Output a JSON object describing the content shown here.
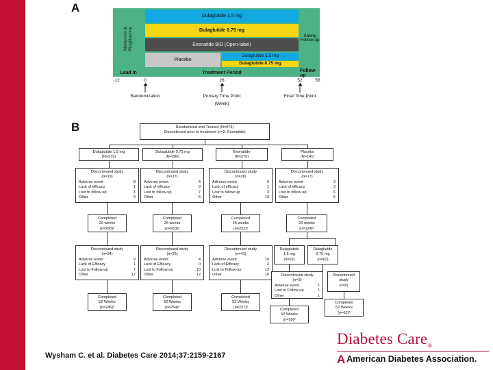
{
  "figure": {
    "panel_a": {
      "letter": "A",
      "background_color": "#4cb286",
      "vertical_label_lines": [
        "Metformin &",
        "Pioglitazone"
      ],
      "bars": [
        {
          "id": "dulaglutide-1-5",
          "label": "Dulaglutide 1.5 mg",
          "color": "#12a8e0"
        },
        {
          "id": "dulaglutide-0-75",
          "label": "Dulaglutide 0.75 mg",
          "color": "#f5d617"
        },
        {
          "id": "exenatide-bid",
          "label": "Exenatide BID (Open-label)",
          "color": "#4d4d4d"
        },
        {
          "id": "placebo",
          "label": "Placebo",
          "color": "#c8c8c8"
        },
        {
          "id": "crossover-dulaglutide-1-5",
          "label": "Dulaglutide 1.5 mg",
          "color": "#12a8e0"
        },
        {
          "id": "crossover-dulaglutide-0-75",
          "label": "Dulaglutide 0.75 mg",
          "color": "#f5d617"
        }
      ],
      "safety_followup_lines": [
        "Safety",
        "Follow-up"
      ],
      "periods": [
        {
          "id": "lead-in",
          "label": "Lead In"
        },
        {
          "id": "treatment-period",
          "label": "Treatment Period"
        },
        {
          "id": "follow-up",
          "label": "Follow-up"
        }
      ],
      "axis": {
        "unit_label": "(Week)",
        "ticks": [
          "-12",
          "0",
          "26",
          "52",
          "56"
        ],
        "annotations": [
          {
            "id": "randomization",
            "label": "Randomization",
            "week": "0"
          },
          {
            "id": "primary-time-point",
            "label": "Primary Time Point",
            "week": "26"
          },
          {
            "id": "final-time-point",
            "label": "Final Time Point",
            "week": "52"
          }
        ]
      }
    },
    "panel_b": {
      "letter": "B",
      "root": {
        "line1": "Randomized and Treated (N=976)",
        "line2": "Discontinued prior to treatment (n=2: Exenatide)"
      },
      "arms": [
        {
          "id": "dulaglutide-1-5",
          "name": "Dulaglutide 1.5 mg",
          "n": "(N=279)"
        },
        {
          "id": "dulaglutide-0-75",
          "name": "Dulaglutide 0.75 mg",
          "n": "(N=280)"
        },
        {
          "id": "exenatide",
          "name": "Exenatide",
          "n": "(N=276)"
        },
        {
          "id": "placebo",
          "name": "Placebo",
          "n": "(N=141)"
        }
      ],
      "disc_labels": {
        "title": "Discontinued study",
        "adverse_event": "Adverse event",
        "lack_of_efficacy": "Lack of efficacy",
        "lost_to_follow_up": "Lost to follow up",
        "other": "Other"
      },
      "disc_labels_52": {
        "title": "Discontinued study",
        "adverse_event": "Adverse event",
        "lack_of_efficacy": "Lack of Efficacy",
        "lost_to_follow_up": "Lost to Follow-up",
        "other": "Other"
      },
      "disc_26": [
        {
          "arm": "dulaglutide-1-5",
          "n": "(n=19)",
          "adverse_event": "8",
          "lack_of_efficacy": "1",
          "lost_to_follow_up": "1",
          "other": "9"
        },
        {
          "arm": "dulaglutide-0-75",
          "n": "(n=17)",
          "adverse_event": "4",
          "lack_of_efficacy": "0",
          "lost_to_follow_up": "7",
          "other": "6"
        },
        {
          "arm": "exenatide",
          "n": "(n=26)",
          "adverse_event": "9",
          "lack_of_efficacy": "1",
          "lost_to_follow_up": "3",
          "other": "13"
        },
        {
          "arm": "placebo",
          "n": "(n=17)",
          "adverse_event": "3",
          "lack_of_efficacy": "3",
          "lost_to_follow_up": "6",
          "other": "6"
        }
      ],
      "completed_26": [
        {
          "arm": "dulaglutide-1-5",
          "line1": "Completed",
          "line2": "26 weeks",
          "line3": "(n=260)ᵃ"
        },
        {
          "arm": "dulaglutide-0-75",
          "line1": "Completed",
          "line2": "26 weeks",
          "line3": "(n=263)ᵃ"
        },
        {
          "arm": "exenatide",
          "line1": "Completed",
          "line2": "26 weeks",
          "line3": "(n=252)ᵃ"
        },
        {
          "arm": "placebo",
          "line1": "Completed",
          "line2": "26 weeks",
          "line3": "(n=124)ᵃ"
        }
      ],
      "disc_52": [
        {
          "arm": "dulaglutide-1-5",
          "n": "(n=34)",
          "adverse_event": "9",
          "lack_of_efficacy": "1",
          "lost_to_follow_up": "7",
          "other": "17"
        },
        {
          "arm": "dulaglutide-0-75",
          "n": "(n=26)",
          "adverse_event": "4",
          "lack_of_efficacy": "0",
          "lost_to_follow_up": "10",
          "other": "12"
        },
        {
          "arm": "exenatide",
          "n": "(n=41)",
          "adverse_event": "10",
          "lack_of_efficacy": "2",
          "lost_to_follow_up": "13",
          "other": "16"
        }
      ],
      "completed_52": [
        {
          "arm": "dulaglutide-1-5",
          "line1": "Completed",
          "line2": "52 Weeks",
          "line3": "(n=245)ᵇ"
        },
        {
          "arm": "dulaglutide-0-75",
          "line1": "Completed",
          "line2": "52 Weeks",
          "line3": "(n=254)ᵇ"
        },
        {
          "arm": "exenatide",
          "line1": "Completed",
          "line2": "52 Weeks",
          "line3": "(n=237)ᵇ"
        }
      ],
      "placebo_crossover": [
        {
          "id": "xo-dulaglutide-1-5",
          "line1": "Dulaglutide",
          "line2": "1.5 mg",
          "line3": "(n=62)"
        },
        {
          "id": "xo-dulaglutide-0-75",
          "line1": "Dulaglutide",
          "line2": "0.75 mg",
          "line3": "(n=62)"
        }
      ],
      "xo_disc_left": {
        "title": "Discontinued study",
        "n": "(n=3)",
        "adverse_event_label": "Adverse event",
        "adverse_event": "1",
        "lost_to_follow_up_label": "Lost to Follow-up",
        "lost_to_follow_up": "1",
        "other_label": "Other",
        "other": "1"
      },
      "xo_disc_right": {
        "line1": "Discontinued",
        "line2": "study",
        "line3": "(n=0)"
      },
      "xo_completed": [
        {
          "id": "xo-completed-1-5",
          "line1": "Completed",
          "line2": "52 Weeks",
          "line3": "(n=59)ᵇ"
        },
        {
          "id": "xo-completed-0-75",
          "line1": "Completed",
          "line2": "52 Weeks",
          "line3": "(n=62)ᵇ"
        }
      ]
    }
  },
  "footer": {
    "citation": "Wysham C. et al. Diabetes Care 2014;37:2159-2167",
    "brand_name": "Diabetes Care",
    "brand_reg": "®",
    "association": "American Diabetes Association.",
    "association_mark": "A",
    "brand_color": "#b3123a",
    "accent_bar_color": "#c20f2f"
  }
}
